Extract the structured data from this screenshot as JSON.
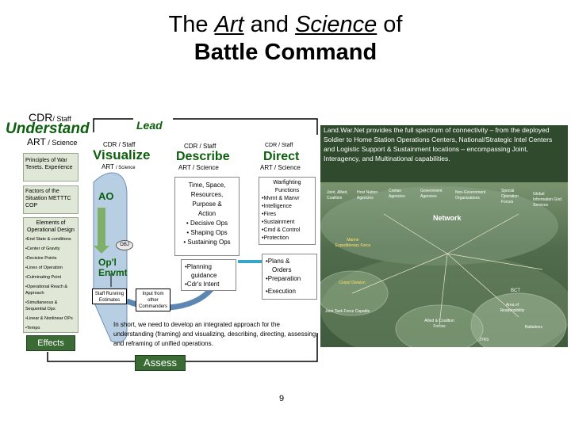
{
  "title": {
    "line1_before": "The ",
    "line1_art": "Art",
    "line1_mid": " and ",
    "line1_science": "Science",
    "line1_after": " of",
    "line2": "Battle Command"
  },
  "understand": {
    "cdr": "CDR",
    "staff": "/ Staff",
    "heading": "Understand",
    "art": "ART",
    "science": "/ Science"
  },
  "left_boxes": {
    "principles": "Principles of War Tenets. Experience",
    "factors": "Factors of the Situation METTTC COP",
    "elements_title": "Elements of Operational Design",
    "elements": [
      "•End State & conditions",
      "•Center of Gravity",
      "•Decisive Points",
      "•Lines of Operation",
      "•Culminating Point",
      "•Operational Reach & Approach",
      "•Simultaneous & Sequential Ops",
      "•Linear & Nonlinear OPs",
      "•Tempo"
    ]
  },
  "effects": "Effects",
  "lead": "Lead",
  "visualize": {
    "cdr": "CDR",
    "staff": "/ Staff",
    "heading": "Visualize",
    "art": "ART",
    "science": "/ Science"
  },
  "describe": {
    "cdr": "CDR / Staff",
    "heading": "Describe",
    "sub": "ART / Science"
  },
  "direct": {
    "cdr": "CDR / Staff",
    "heading": "Direct",
    "sub": "ART / Science"
  },
  "ao": "AO",
  "obj": "OBJ",
  "opnl_envmt": [
    "Op'l",
    "Envmt"
  ],
  "staff_running": "Staff Running Estimates",
  "input_commanders": "Input from other Commanders",
  "describe_list": [
    "Time, Space,",
    "Resources,",
    "Purpose &",
    "Action",
    "• Decisive Ops",
    "• Shaping Ops",
    "• Sustaining Ops"
  ],
  "planning": [
    "•Planning",
    "guidance",
    "•Cdr's Intent"
  ],
  "warfighting": [
    "Warfighting",
    "Functions",
    "•Mvmt & Manvr",
    "•Intelligence",
    "•Fires",
    "•Sustainment",
    "•Cmd & Control",
    "•Protection"
  ],
  "plans_orders": [
    "•Plans &",
    "Orders",
    "•Preparation",
    "•Execution"
  ],
  "landwarnet": "Land.War.Net provides the full spectrum of connectivity – from the deployed Soldier to Home Station Operations Centers, National/Strategic Intel Centers and Logistic Support & Sustainment locations – encompassing Joint, Interagency, and Multinational capabilities.",
  "network": {
    "top_labels": [
      "Joint, Allied, Coalition",
      "Host Nation Agencies",
      "Civilian Agencies",
      "Government Agencies",
      "Non-Government Organizations",
      "Special Operation Forces",
      "Global Information Grid Services"
    ],
    "center": "Network",
    "marine": "Marine Expeditionary Force",
    "corps": "Corps/ Division",
    "bct": "BCT",
    "area": "Area of Responsibility",
    "battalions": "Battalions",
    "allied": "Allied & Coalition Forces",
    "jtfc": "Joint Task Force Capable",
    "jtrs": "JTRS"
  },
  "summary": "In short, we need to develop an integrated approach for the understanding (framing) and visualizing, describing, directing, assessing, and reframing of unified operations.",
  "assess": "Assess",
  "page_number": "9",
  "colors": {
    "green_text": "#0d5f0d",
    "box_fill": "#dfe7d6",
    "assess_fill": "#3a6b34",
    "effects_fill": "#3a6b34"
  }
}
